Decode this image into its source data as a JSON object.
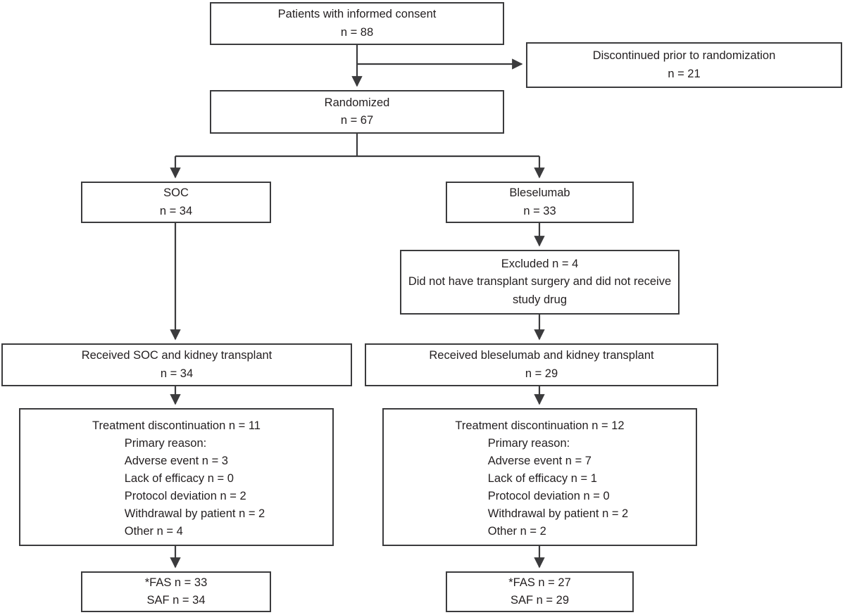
{
  "diagram": {
    "type": "consort-flow-diagram",
    "stroke_color": "#3b3b3d",
    "text_color": "#231f20",
    "background": "#ffffff"
  },
  "nodes": {
    "consent": {
      "title": "Patients with informed consent",
      "count": "n = 88"
    },
    "discontinued_prior": {
      "title": "Discontinued prior to randomization",
      "count": "n = 21"
    },
    "randomized": {
      "title": "Randomized",
      "count": "n = 67"
    },
    "soc": {
      "title": "SOC",
      "count": "n = 34"
    },
    "bleselumab": {
      "title": "Bleselumab",
      "count": "n = 33"
    },
    "excluded": {
      "title": "Excluded n = 4",
      "reason": "Did not have transplant surgery and did not receive study drug"
    },
    "received_soc": {
      "title": "Received SOC and kidney transplant",
      "count": "n = 34"
    },
    "received_bleselumab": {
      "title": "Received bleselumab and kidney transplant",
      "count": "n = 29"
    },
    "discontinuation_soc": {
      "heading": "Treatment discontinuation n = 11",
      "items": [
        "Primary reason:",
        "Adverse event n = 3",
        "Lack of efficacy n = 0",
        "Protocol deviation n = 2",
        "Withdrawal by patient n = 2",
        "Other n = 4"
      ]
    },
    "discontinuation_bleselumab": {
      "heading": "Treatment discontinuation n = 12",
      "items": [
        "Primary reason:",
        "Adverse event n = 7",
        "Lack of efficacy n = 1",
        "Protocol deviation n = 0",
        "Withdrawal by patient n = 2",
        "Other n = 2"
      ]
    },
    "analysis_soc": {
      "fas": "*FAS n = 33",
      "saf": "SAF n = 34"
    },
    "analysis_bleselumab": {
      "fas": "*FAS n = 27",
      "saf": "SAF n = 29"
    }
  },
  "chart_data": {
    "type": "diagram",
    "title": "CONSORT patient disposition flow",
    "stages": [
      {
        "name": "Patients with informed consent",
        "n": 88
      },
      {
        "name": "Discontinued prior to randomization",
        "n": 21
      },
      {
        "name": "Randomized",
        "n": 67
      },
      {
        "name": "SOC",
        "n": 34
      },
      {
        "name": "Bleselumab",
        "n": 33
      },
      {
        "name": "Excluded (did not have transplant surgery and did not receive study drug)",
        "n": 4
      },
      {
        "name": "Received SOC and kidney transplant",
        "n": 34
      },
      {
        "name": "Received bleselumab and kidney transplant",
        "n": 29
      },
      {
        "name": "Treatment discontinuation (SOC)",
        "n": 11
      },
      {
        "name": "Treatment discontinuation (Bleselumab)",
        "n": 12
      },
      {
        "name": "SOC *FAS",
        "n": 33
      },
      {
        "name": "SOC SAF",
        "n": 34
      },
      {
        "name": "Bleselumab *FAS",
        "n": 27
      },
      {
        "name": "Bleselumab SAF",
        "n": 29
      }
    ],
    "discontinuation_reasons": {
      "categories": [
        "Adverse event",
        "Lack of efficacy",
        "Protocol deviation",
        "Withdrawal by patient",
        "Other"
      ],
      "series": [
        {
          "name": "SOC",
          "values": [
            3,
            0,
            2,
            2,
            4
          ]
        },
        {
          "name": "Bleselumab",
          "values": [
            7,
            1,
            0,
            2,
            2
          ]
        }
      ]
    }
  }
}
